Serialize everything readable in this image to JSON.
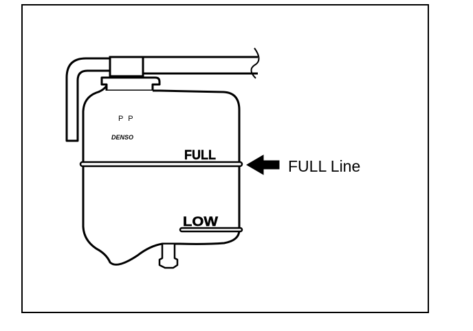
{
  "diagram": {
    "tank": {
      "molded_text_pp": "P P",
      "brand": "DENSO",
      "full_mark": "FULL",
      "low_mark": "LOW"
    },
    "callout": {
      "label": "FULL Line"
    }
  }
}
